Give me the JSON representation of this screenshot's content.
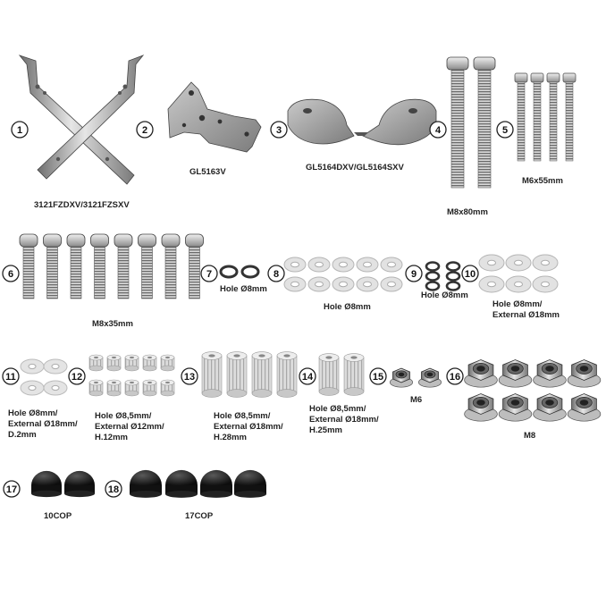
{
  "diagram": {
    "items": [
      {
        "number": "1",
        "labels": [
          "3121FZDXV/3121FZSXV"
        ]
      },
      {
        "number": "2",
        "labels": [
          "GL5163V"
        ]
      },
      {
        "number": "3",
        "labels": [
          "GL5164DXV/GL5164SXV"
        ]
      },
      {
        "number": "4",
        "labels": [
          "M8x80mm"
        ]
      },
      {
        "number": "5",
        "labels": [
          "M6x55mm"
        ]
      },
      {
        "number": "6",
        "labels": [
          "M8x35mm"
        ]
      },
      {
        "number": "7",
        "labels": [
          "Hole Ø8mm"
        ]
      },
      {
        "number": "8",
        "labels": [
          "Hole Ø8mm"
        ]
      },
      {
        "number": "9",
        "labels": [
          "Hole Ø8mm"
        ]
      },
      {
        "number": "10",
        "labels": [
          "Hole Ø8mm/",
          "External Ø18mm"
        ]
      },
      {
        "number": "11",
        "labels": [
          "Hole Ø8mm/",
          "External Ø18mm/",
          "D.2mm"
        ]
      },
      {
        "number": "12",
        "labels": [
          "Hole Ø8,5mm/",
          "External Ø12mm/",
          "H.12mm"
        ]
      },
      {
        "number": "13",
        "labels": [
          "Hole Ø8,5mm/",
          "External Ø18mm/",
          "H.28mm"
        ]
      },
      {
        "number": "14",
        "labels": [
          "Hole Ø8,5mm/",
          "External Ø18mm/",
          "H.25mm"
        ]
      },
      {
        "number": "15",
        "labels": [
          "M6"
        ]
      },
      {
        "number": "16",
        "labels": [
          "M8"
        ]
      },
      {
        "number": "17",
        "labels": [
          "10COP"
        ]
      },
      {
        "number": "18",
        "labels": [
          "17COP"
        ]
      }
    ]
  }
}
